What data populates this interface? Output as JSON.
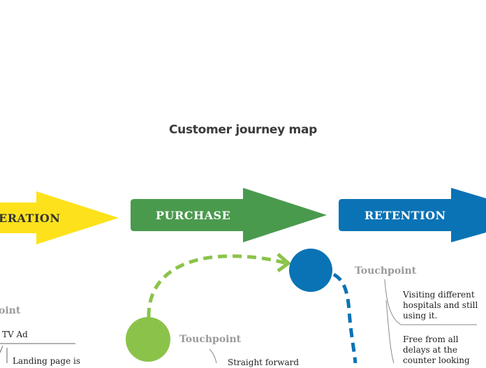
{
  "title": "Customer journey map",
  "colors": {
    "consideration": "#FDE21B",
    "purchase": "#4A9A4E",
    "retention": "#0A73B5",
    "green_node": "#8BC34A",
    "blue_node": "#0A73B5",
    "heading_gray": "#9A9A9A",
    "connector_gray": "#8A8A8A"
  },
  "stages": [
    {
      "label": "ERATION"
    },
    {
      "label": "PURCHASE"
    },
    {
      "label": "RETENTION"
    }
  ],
  "touchpoints": [
    {
      "heading": "oint",
      "items": [
        "TV Ad",
        "Landing page is"
      ]
    },
    {
      "heading": "Touchpoint",
      "items": [
        "Straight forward"
      ]
    },
    {
      "heading": "Touchpoint",
      "items": [
        "Visiting different hospitals and still using it.",
        "Free from all delays at the counter looking"
      ]
    }
  ]
}
